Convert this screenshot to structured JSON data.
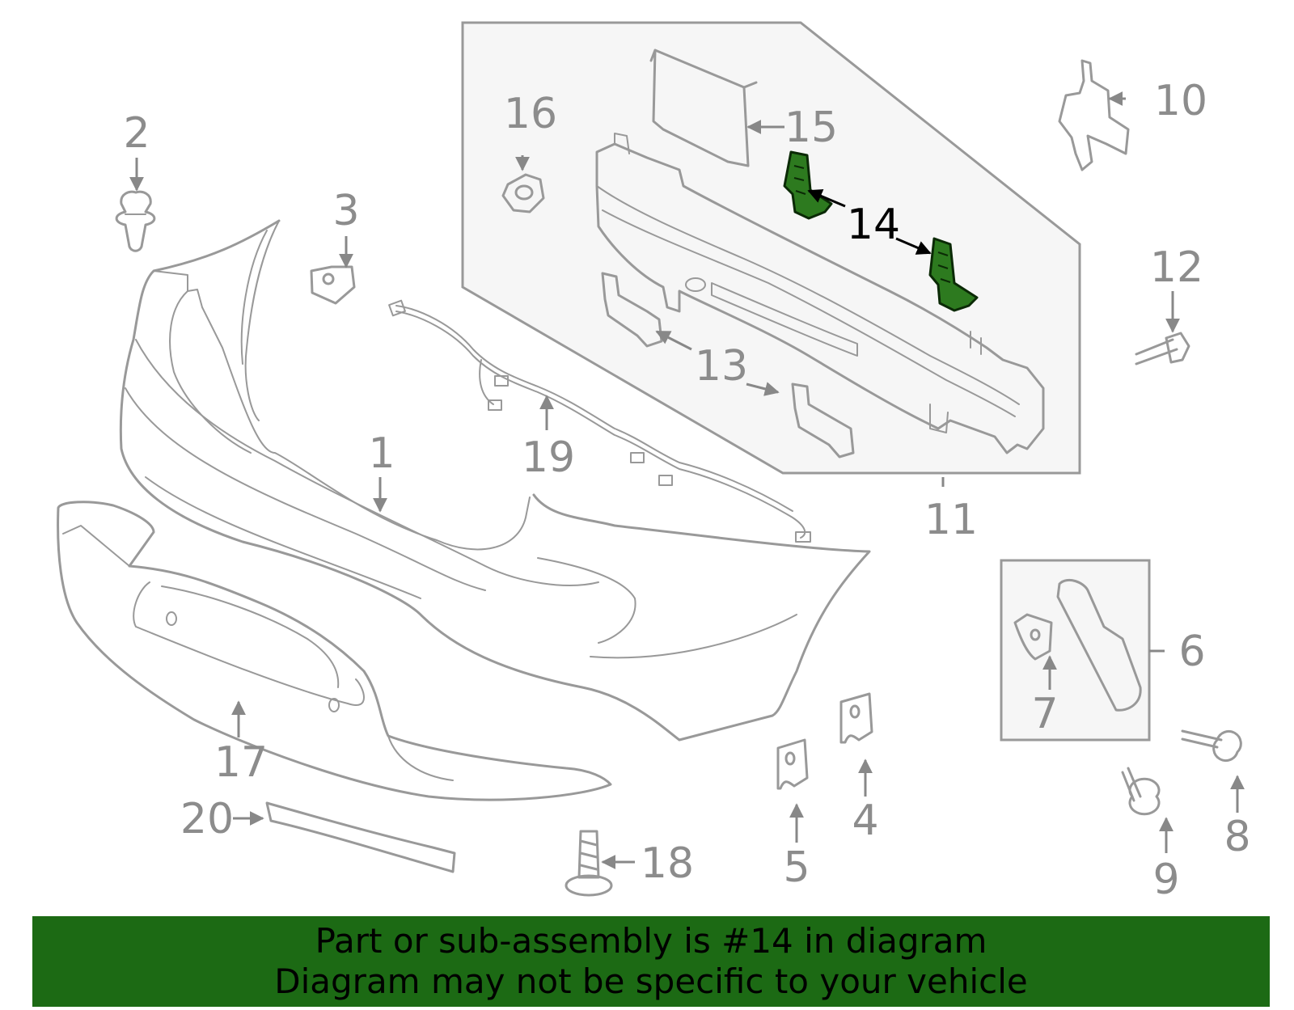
{
  "callouts": [
    "1",
    "2",
    "3",
    "4",
    "5",
    "6",
    "7",
    "8",
    "9",
    "10",
    "11",
    "12",
    "13",
    "14",
    "15",
    "16",
    "17",
    "18",
    "19",
    "20"
  ],
  "highlighted_part": "14",
  "banner": {
    "line1": "Part or sub-assembly is #14 in diagram",
    "line2": "Diagram may not be specific to your vehicle"
  },
  "colors": {
    "highlight": "#2d7a1f",
    "banner": "#1c6a14",
    "linework": "#999999"
  }
}
